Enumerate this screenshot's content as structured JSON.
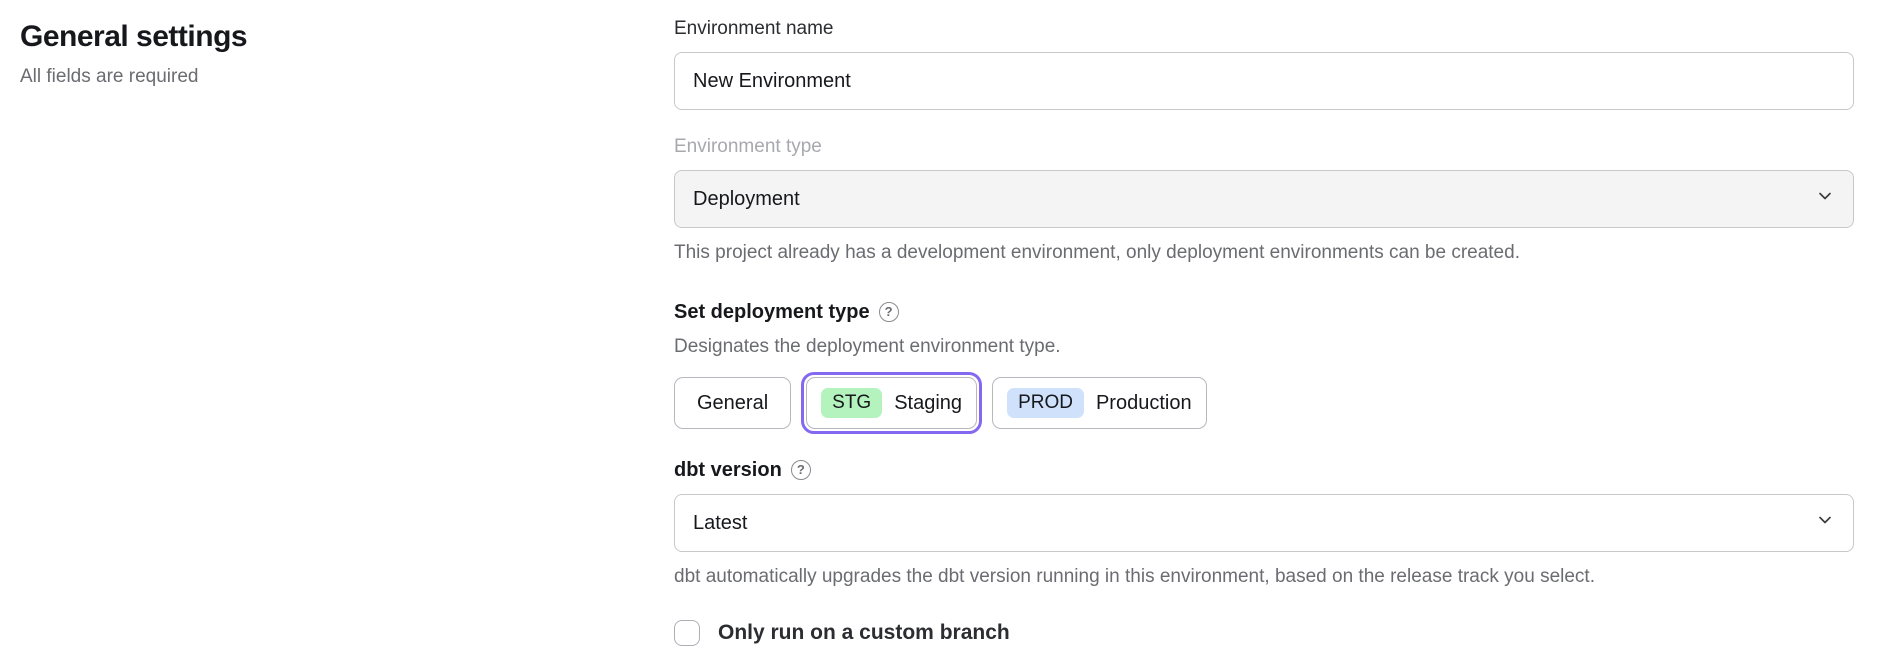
{
  "page": {
    "title": "General settings",
    "subtitle": "All fields are required"
  },
  "icons": {
    "help_glyph": "?"
  },
  "form": {
    "environment_name": {
      "label": "Environment name",
      "value": "New Environment"
    },
    "environment_type": {
      "label": "Environment type",
      "value": "Deployment",
      "disabled": true,
      "helper": "This project already has a development environment, only deployment environments can be created."
    },
    "deployment_type": {
      "heading": "Set deployment type",
      "description": "Designates the deployment environment type.",
      "options": [
        {
          "label": "General",
          "badge": "",
          "selected": false
        },
        {
          "label": "Staging",
          "badge": "STG",
          "badge_color": "#b4f2be",
          "selected": true
        },
        {
          "label": "Production",
          "badge": "PROD",
          "badge_color": "#cfe1fb",
          "selected": false
        }
      ]
    },
    "dbt_version": {
      "heading": "dbt version",
      "value": "Latest",
      "helper": "dbt automatically upgrades the dbt version running in this environment, based on the release track you select."
    },
    "custom_branch": {
      "label": "Only run on a custom branch",
      "checked": false
    }
  },
  "colors": {
    "accent_purple": "#8468f0",
    "staging_badge_green": "#b4f2be",
    "production_badge_blue": "#cfe1fb",
    "border_gray": "#c7c8cc",
    "disabled_bg": "#f4f4f5",
    "text_primary": "#17181c",
    "text_secondary": "#6b6c71",
    "text_disabled": "#a8a9af"
  }
}
